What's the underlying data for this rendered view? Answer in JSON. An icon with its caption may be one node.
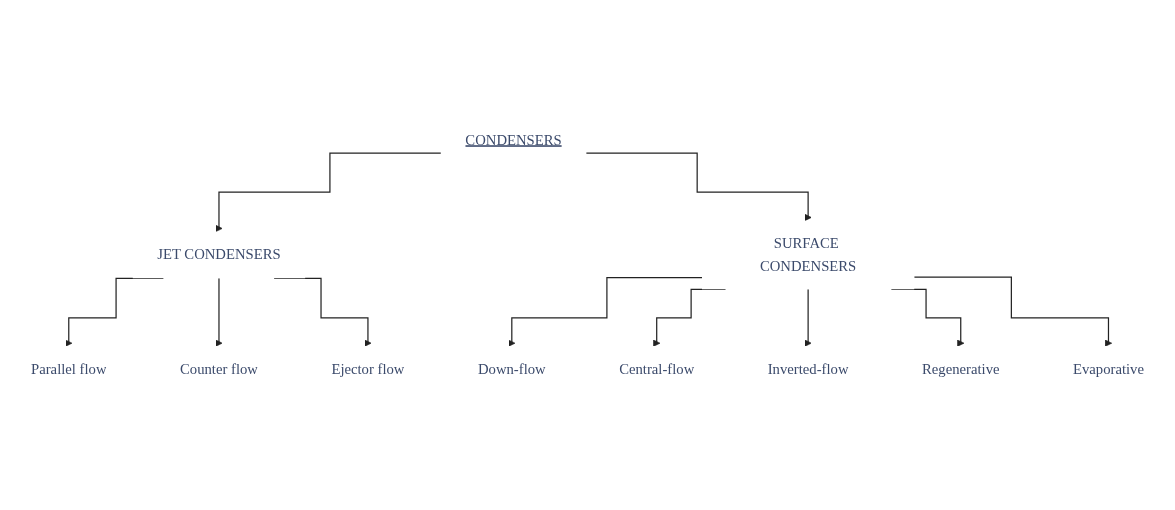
{
  "diagram": {
    "nodes": [
      {
        "text": [
          "CONDENSERS"
        ]
      },
      {
        "text": [
          "JET CONDENSERS"
        ]
      },
      {
        "text": [
          "SURFACE CONDENSERS"
        ]
      },
      {
        "text": [
          "Parallel flow"
        ]
      },
      {
        "text": [
          "Counter flow"
        ]
      },
      {
        "text": [
          "Ejector flow"
        ]
      },
      {
        "text": [
          "Down-flow"
        ]
      },
      {
        "text": [
          "Central-flow"
        ]
      },
      {
        "text": [
          "Inverted-flow"
        ]
      },
      {
        "text": [
          "Regenerative"
        ]
      },
      {
        "text": [
          "Evaporative"
        ]
      }
    ],
    "edges": [
      {
        "from": 0,
        "to": 1,
        "arrow": "to"
      },
      {
        "from": 0,
        "to": 2,
        "arrow": "to"
      },
      {
        "from": 1,
        "to": 3,
        "arrow": "to"
      },
      {
        "from": 1,
        "to": 4,
        "arrow": "to"
      },
      {
        "from": 1,
        "to": 5,
        "arrow": "to"
      },
      {
        "from": 2,
        "to": 6,
        "arrow": "to"
      },
      {
        "from": 2,
        "to": 7,
        "arrow": "to"
      },
      {
        "from": 2,
        "to": 8,
        "arrow": "to"
      },
      {
        "from": 2,
        "to": 9,
        "arrow": "to"
      },
      {
        "from": 2,
        "to": 10,
        "arrow": "to"
      }
    ]
  }
}
